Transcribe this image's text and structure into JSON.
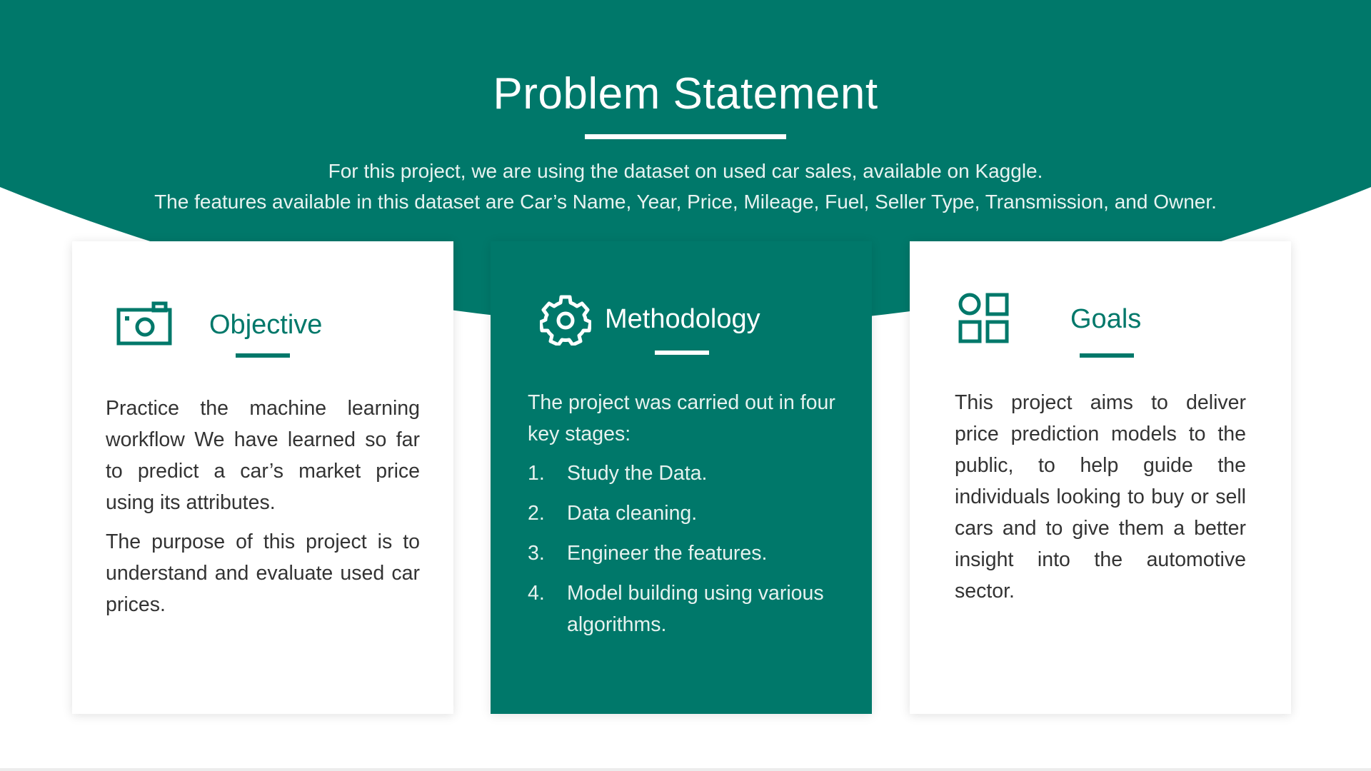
{
  "theme": {
    "accent": "#00786a",
    "background": "#ffffff",
    "text": "#333333"
  },
  "header": {
    "title": "Problem Statement",
    "intro_lines": [
      "For this project, we are using the dataset on used car sales, available on Kaggle.",
      "The features available in this dataset are Car’s Name, Year, Price, Mileage, Fuel, Seller Type, Transmission, and Owner."
    ]
  },
  "cards": {
    "objective": {
      "icon": "camera-icon",
      "title": "Objective",
      "paragraphs": [
        "Practice the machine learning workflow We have learned so far to predict a car’s market price using its attributes.",
        "The purpose of this project is to understand and evaluate used car prices."
      ]
    },
    "methodology": {
      "icon": "gear-icon",
      "title": "Methodology",
      "intro": "The project was carried out in four key stages:",
      "stages": [
        {
          "num": "1.",
          "text": "Study the Data."
        },
        {
          "num": "2.",
          "text": "Data cleaning."
        },
        {
          "num": "3.",
          "text": "Engineer the features."
        },
        {
          "num": "4.",
          "text": "Model building using various algorithms."
        }
      ]
    },
    "goals": {
      "icon": "grid-apps-icon",
      "title": "Goals",
      "paragraphs": [
        "This project aims to deliver price prediction models to the public, to help guide the individuals looking to buy or sell cars and to give them a better insight into the automotive sector."
      ]
    }
  }
}
